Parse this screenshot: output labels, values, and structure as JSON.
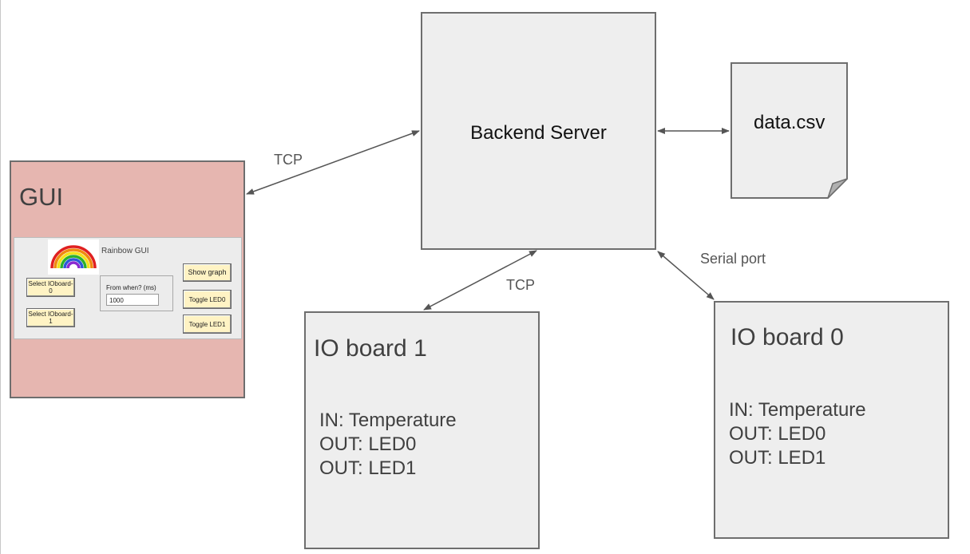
{
  "nodes": {
    "server": {
      "label": "Backend Server"
    },
    "file": {
      "label": "data.csv"
    },
    "io_board_1": {
      "title": "IO board 1",
      "lines": [
        "IN: Temperature",
        "OUT: LED0",
        "OUT: LED1"
      ]
    },
    "io_board_0": {
      "title": "IO board 0",
      "lines": [
        "IN: Temperature",
        "OUT: LED0",
        "OUT: LED1"
      ]
    },
    "gui": {
      "title": "GUI",
      "app_title": "Rainbow GUI",
      "buttons": {
        "select_0": "Select IOboard-0",
        "select_1": "Select IOboard-1",
        "show_graph": "Show graph",
        "toggle_led0": "Toggle LED0",
        "toggle_led1": "Toggle LED1"
      },
      "from_label": "From when? (ms)",
      "from_value": "1000"
    }
  },
  "edges": [
    {
      "from": "gui",
      "to": "server",
      "label": "TCP"
    },
    {
      "from": "io_board_1",
      "to": "server",
      "label": "TCP"
    },
    {
      "from": "io_board_0",
      "to": "server",
      "label": "Serial port"
    },
    {
      "from": "server",
      "to": "file",
      "label": ""
    }
  ],
  "colors": {
    "box_fill": "#eeeeee",
    "box_border": "#6e6e6e",
    "gui_fill": "#e6b6b0",
    "button_fill": "#fff3c4",
    "arrow": "#555555"
  },
  "icons": {
    "rainbow": "rainbow-icon",
    "file": "document-icon"
  }
}
